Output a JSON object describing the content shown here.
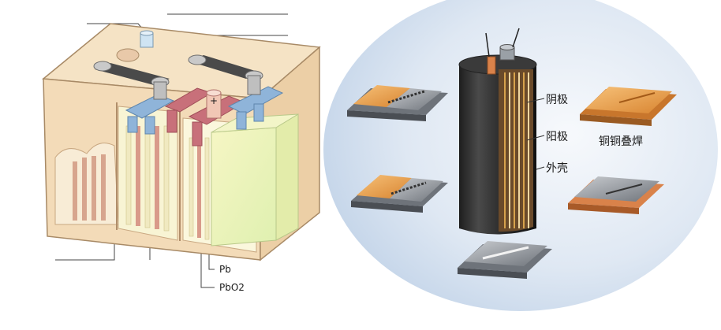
{
  "left_diagram": {
    "labels": {
      "pb": "Pb",
      "pbo2": "PbO2",
      "plus": "+"
    }
  },
  "right_diagram": {
    "labels": {
      "cathode": "阴极",
      "anode": "阳极",
      "shell": "外壳",
      "weld": "铜铜叠焊"
    }
  },
  "colors": {
    "case": "#f3dbb8",
    "case_edge": "#b08e6a",
    "electrolyte": "#f4f3b0",
    "terminal_blue": "#8fb4d9",
    "terminal_red": "#c8707a",
    "strap": "#4a4a4a",
    "right_bg": "#c9d9ec",
    "copper": "#e8a04a",
    "steel": "#8a8f96"
  }
}
